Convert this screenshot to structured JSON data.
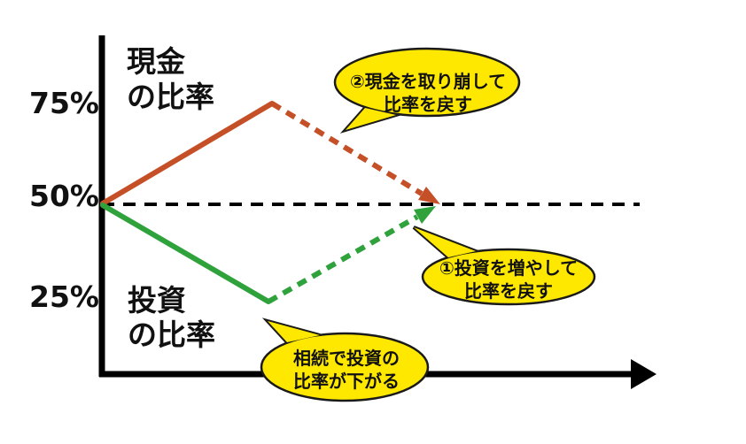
{
  "colors": {
    "cash_line": "#C55028",
    "invest_line": "#2FA23C",
    "axis": "#000000",
    "baseline_dash": "#000000",
    "bubble_fill": "#FFE800",
    "bubble_outline": "#1A1A1A"
  },
  "y_ticks": {
    "p75": "75%",
    "p50": "50%",
    "p25": "25%"
  },
  "series_labels": {
    "cash_line1": "現金",
    "cash_line2": "の比率",
    "invest_line1": "投資",
    "invest_line2": "の比率"
  },
  "bubbles": {
    "cash_restore": {
      "line1": "②現金を取り崩して",
      "line2": "比率を戻す"
    },
    "invest_restore": {
      "line1": "①投資を増やして",
      "line2": "比率を戻す"
    },
    "inherit_drop": {
      "line1": "相続で投資の",
      "line2": "比率が下がる"
    }
  },
  "chart_data": {
    "type": "line",
    "title": "",
    "ylabel": "比率",
    "y_tick_values": [
      25,
      50,
      75
    ],
    "baseline_value": 50,
    "grid": false,
    "series": [
      {
        "name": "現金の比率",
        "color": "#C55028",
        "segments": [
          {
            "style": "solid",
            "points": [
              [
                0,
                50
              ],
              [
                1,
                75
              ]
            ]
          },
          {
            "style": "dashed-arrow",
            "points": [
              [
                1,
                75
              ],
              [
                2,
                50
              ]
            ]
          }
        ]
      },
      {
        "name": "投資の比率",
        "color": "#2FA23C",
        "segments": [
          {
            "style": "solid",
            "points": [
              [
                0,
                50
              ],
              [
                1,
                25
              ]
            ]
          },
          {
            "style": "dashed-arrow",
            "points": [
              [
                1,
                25
              ],
              [
                2,
                50
              ]
            ]
          }
        ]
      }
    ],
    "annotations": [
      "相続で投資の比率が下がる",
      "①投資を増やして比率を戻す",
      "②現金を取り崩して比率を戻す"
    ]
  }
}
